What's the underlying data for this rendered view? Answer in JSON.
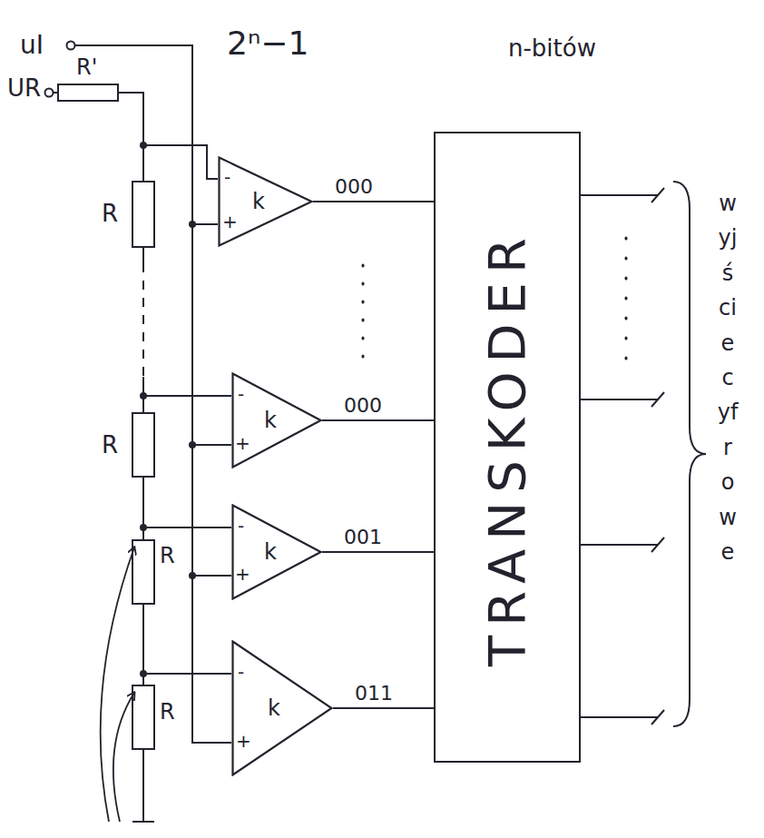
{
  "diagram": {
    "nodes": [
      {
        "text": [
          "TRANSKODER"
        ]
      },
      {
        "text": [
          "k"
        ]
      },
      {
        "text": [
          "k"
        ]
      },
      {
        "text": [
          "k"
        ]
      },
      {
        "text": [
          "k"
        ]
      }
    ],
    "edges": [
      {
        "from": 1,
        "to": 0,
        "arrow": "none",
        "label": "000"
      },
      {
        "from": 2,
        "to": 0,
        "arrow": "none",
        "label": "000"
      },
      {
        "from": 3,
        "to": 0,
        "arrow": "none",
        "label": "001"
      },
      {
        "from": 4,
        "to": 0,
        "arrow": "none",
        "label": "011"
      }
    ],
    "labels": [
      "uI",
      "UR",
      "R'",
      "2ⁿ−1",
      "n-bitów",
      "R",
      "R",
      "R",
      "R",
      "-",
      "+",
      "-",
      "+",
      "-",
      "+",
      "-",
      "+",
      "wyjście cyfrowe"
    ]
  }
}
